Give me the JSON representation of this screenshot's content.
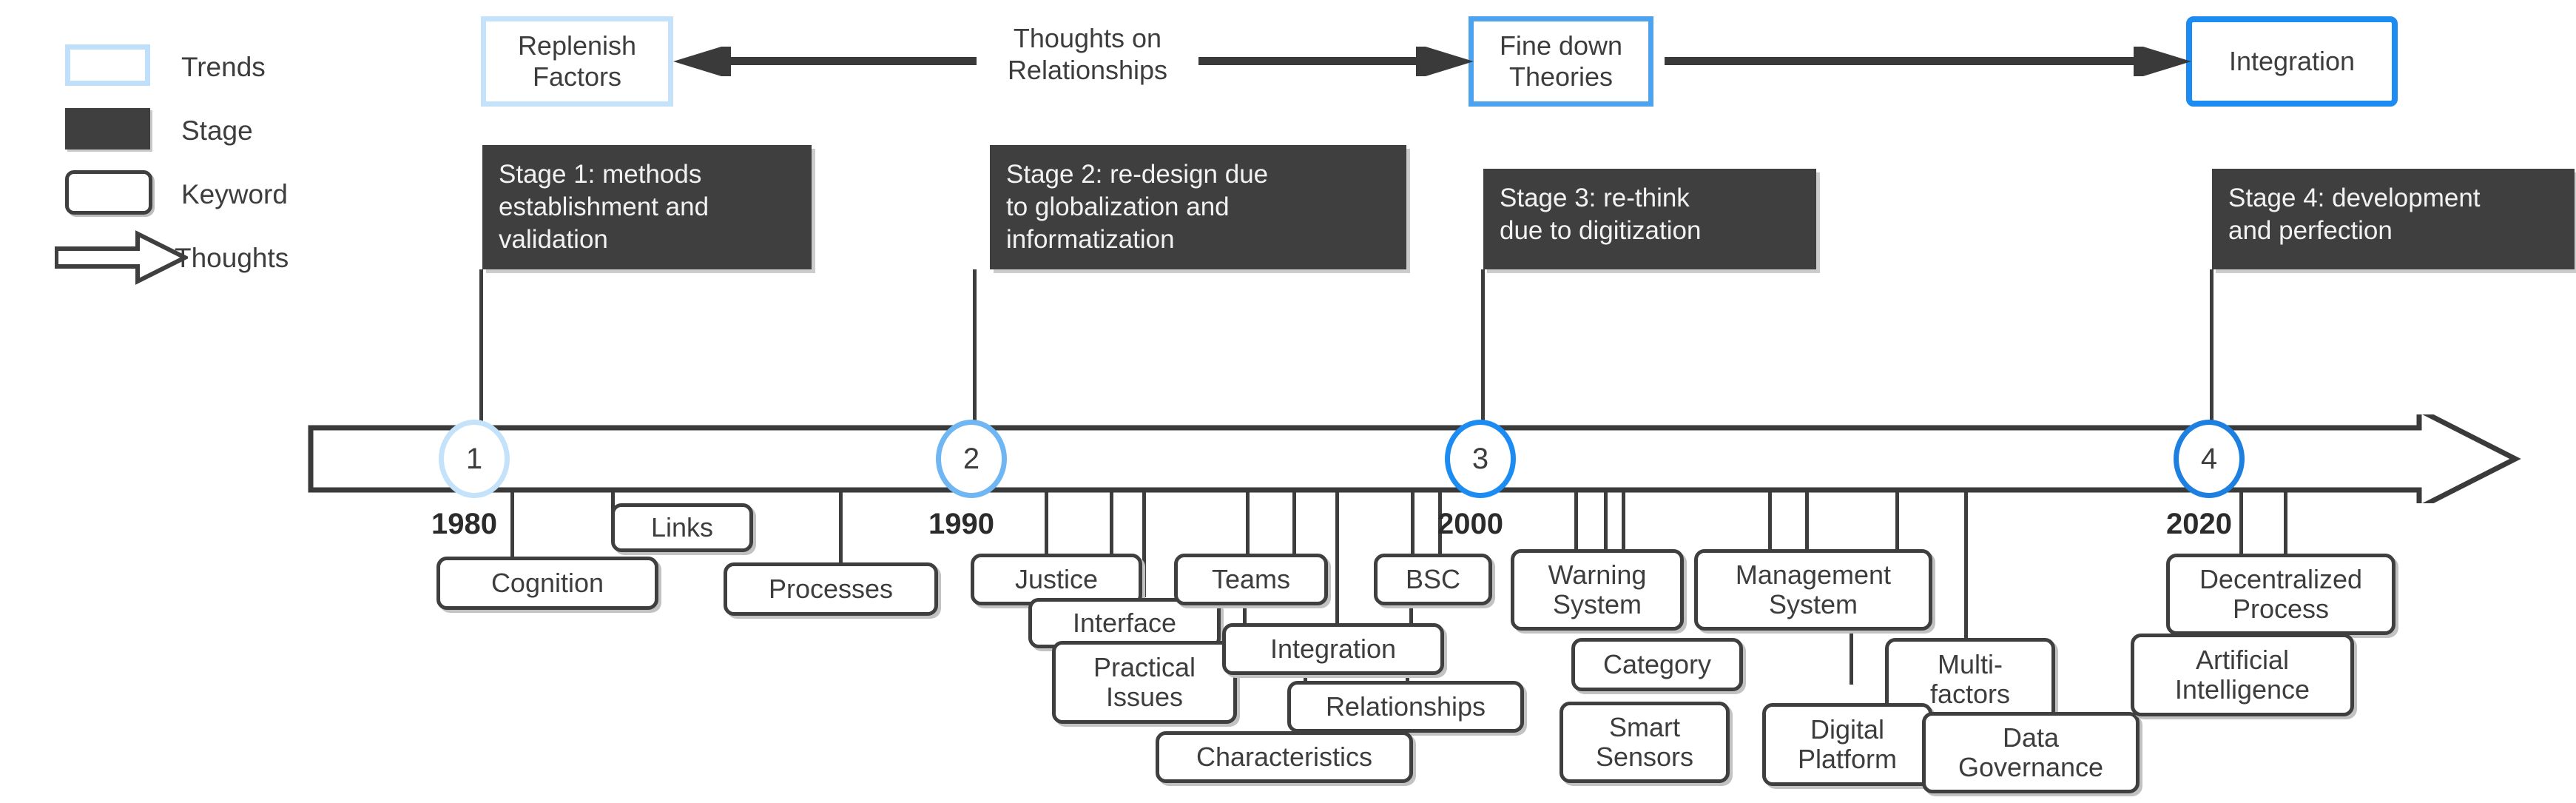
{
  "legend": {
    "items": [
      {
        "label": "Trends",
        "icon": "light-blue-outline-box"
      },
      {
        "label": "Stage",
        "icon": "dark-filled-box"
      },
      {
        "label": "Keyword",
        "icon": "rounded-outline-box"
      },
      {
        "label": "Thoughts",
        "icon": "block-arrow-icon"
      }
    ]
  },
  "trends": {
    "boxes": [
      {
        "id": "replenish-factors",
        "label": "Replenish\nFactors",
        "color": "#c5e2fb"
      },
      {
        "id": "fine-down-theories",
        "label": "Fine down\nTheories",
        "color": "#4da3f0"
      },
      {
        "id": "integration",
        "label": "Integration",
        "color": "#1d8cf2"
      }
    ],
    "thoughts_label": "Thoughts on\nRelationships"
  },
  "stages": [
    {
      "num": 1,
      "label": "Stage 1: methods\nestablishment and\nvalidation"
    },
    {
      "num": 2,
      "label": "Stage 2: re-design due\nto globalization and\ninformatization"
    },
    {
      "num": 3,
      "label": "Stage 3: re-think\ndue to digitization"
    },
    {
      "num": 4,
      "label": "Stage 4: development\nand perfection"
    }
  ],
  "timeline": {
    "markers": [
      {
        "num": "1",
        "year": "1980",
        "color": "#c5e2fb"
      },
      {
        "num": "2",
        "year": "1990",
        "color": "#6fb6f3"
      },
      {
        "num": "3",
        "year": "2000",
        "color": "#1d8cf2"
      },
      {
        "num": "4",
        "year": "2020",
        "color": "#1d7fe0"
      }
    ]
  },
  "keywords": [
    {
      "label": "Cognition"
    },
    {
      "label": "Links"
    },
    {
      "label": "Processes"
    },
    {
      "label": "Justice"
    },
    {
      "label": "Interface"
    },
    {
      "label": "Practical\nIssues"
    },
    {
      "label": "Teams"
    },
    {
      "label": "Integration"
    },
    {
      "label": "Relationships"
    },
    {
      "label": "Characteristics"
    },
    {
      "label": "BSC"
    },
    {
      "label": "Warning\nSystem"
    },
    {
      "label": "Category"
    },
    {
      "label": "Smart\nSensors"
    },
    {
      "label": "Management\nSystem"
    },
    {
      "label": "Multi-\nfactors"
    },
    {
      "label": "Digital\nPlatform"
    },
    {
      "label": "Data\nGovernance"
    },
    {
      "label": "Decentralized\nProcess"
    },
    {
      "label": "Artificial\nIntelligence"
    }
  ],
  "colors": {
    "ink": "#3d3d3d",
    "stage_fill": "#3f3f3f",
    "accent_light": "#c5e2fb",
    "accent_mid": "#4da3f0",
    "accent_strong": "#1d8cf2"
  }
}
